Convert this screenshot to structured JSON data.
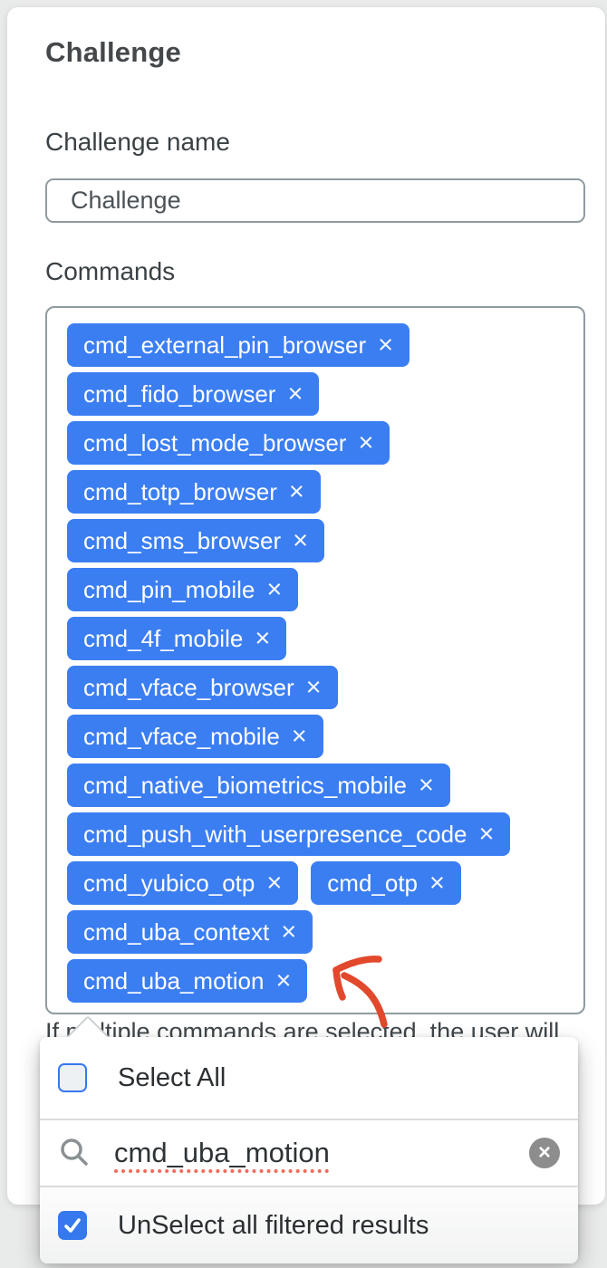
{
  "page": {
    "title": "Challenge"
  },
  "form": {
    "name_label": "Challenge name",
    "name_value": "Challenge",
    "commands_label": "Commands",
    "remove_icon": "×",
    "tag_rows": [
      [
        "cmd_external_pin_browser"
      ],
      [
        "cmd_fido_browser"
      ],
      [
        "cmd_lost_mode_browser"
      ],
      [
        "cmd_totp_browser"
      ],
      [
        "cmd_sms_browser"
      ],
      [
        "cmd_pin_mobile"
      ],
      [
        "cmd_4f_mobile"
      ],
      [
        "cmd_vface_browser"
      ],
      [
        "cmd_vface_mobile"
      ],
      [
        "cmd_native_biometrics_mobile"
      ],
      [
        "cmd_push_with_userpresence_code"
      ],
      [
        "cmd_yubico_otp",
        "cmd_otp"
      ],
      [
        "cmd_uba_context"
      ],
      [
        "cmd_uba_motion"
      ]
    ],
    "help_text": "If multiple commands are selected, the user will"
  },
  "dropdown": {
    "select_all_label": "Select All",
    "select_all_checked": false,
    "search_value": "cmd_uba_motion",
    "clear_icon": "×",
    "unselect_label": "UnSelect all filtered results",
    "unselect_checked": true
  },
  "colors": {
    "tag-blue": "#3b7ef2",
    "check-blue": "#3678ed",
    "arrow-red": "#e2482c",
    "squiggle-red": "#ef6c5a",
    "page-bg": "#e9eaea"
  }
}
